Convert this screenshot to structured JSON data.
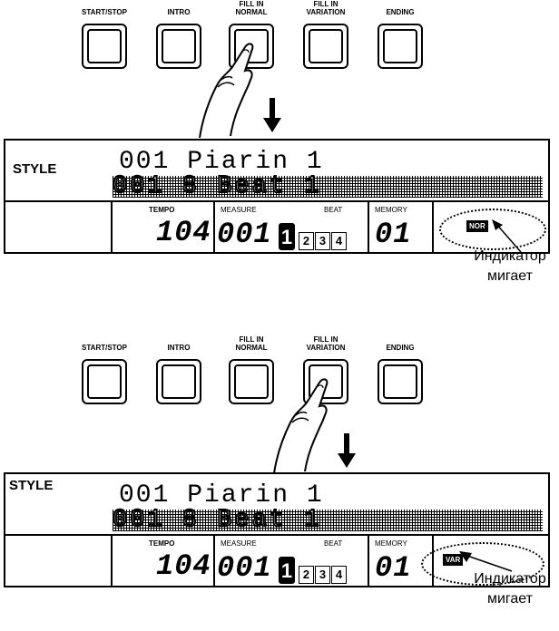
{
  "buttons": [
    "START/STOP",
    "INTRO",
    "FILL IN\nNORMAL",
    "FILL IN\nVARIATION",
    "ENDING"
  ],
  "display": {
    "style_label": "STYLE",
    "line1": "001 Piarin 1",
    "line2": "001 8 Beat 1",
    "tempo_label": "TEMPO",
    "tempo_value": "104",
    "measure_label": "MEASURE",
    "measure_value": "001",
    "beat_label": "BEAT",
    "beats": [
      "1",
      "2",
      "3",
      "4"
    ],
    "memory_label": "MEMORY",
    "memory_value": "01"
  },
  "panel1": {
    "indicator": "NOR",
    "note": "Индикатор\nмигает"
  },
  "panel2": {
    "indicator": "VAR",
    "note": "Индикатор\nмигает"
  },
  "colors": {
    "ink": "#000000",
    "background": "#ffffff"
  }
}
